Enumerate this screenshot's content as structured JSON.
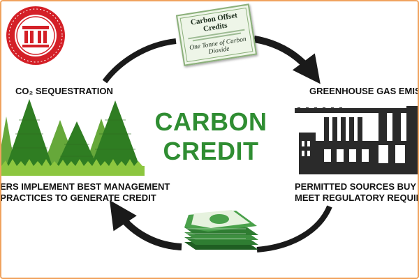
{
  "diagram": {
    "title": "CARBON CREDIT",
    "steps": {
      "sequestration": "CO₂ SEQUESTRATION",
      "emissions": "GREENHOUSE GAS EMISSION",
      "left_line1": "TERS IMPLEMENT BEST MANAGEMENT",
      "left_line2": "PRACTICES TO GENERATE CREDIT",
      "right_line1": "PERMITTED SOURCES BUY CRED",
      "right_line2": "MEET REGULATORY REQUIREME"
    },
    "certificate": {
      "title": "Carbon Offset Credits",
      "unit": "One Tonne of Carbon Dioxide"
    }
  },
  "colors": {
    "title_green": "#2f8d32",
    "seal_red": "#d42027",
    "frame_border": "#f0a35e",
    "arrow": "#1a1a1a",
    "factory": "#2a2a2a",
    "money": "#2f7d32"
  },
  "icons": [
    "logo-seal-icon",
    "cycle-arrow-icon",
    "forest-icon",
    "factory-icon",
    "money-stack-icon",
    "certificate-icon"
  ]
}
